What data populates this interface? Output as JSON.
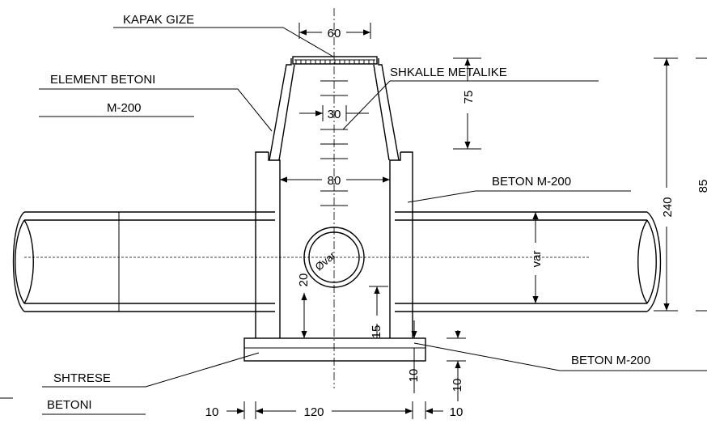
{
  "labels": {
    "kapak_gize": "KAPAK GIZE",
    "element_betoni": "ELEMENT BETONI",
    "m200_left": "M-200",
    "shkalle_metalike": "SHKALLE METALIKE",
    "beton_m200_top": "BETON M-200",
    "beton_m200_bottom": "BETON M-200",
    "shtrese": "SHTRESE",
    "betoni": "BETONI"
  },
  "dimensions": {
    "top_width": "60",
    "neck_width": "30",
    "inner_width": "80",
    "cone_height": "75",
    "total_height": "240",
    "pipe_diameter": "var",
    "pipe_symbol": "Øvar",
    "pipe_offset": "20",
    "bottom_offset": "15",
    "base_thickness": "10",
    "base_thickness_right": "10",
    "base_width": "120",
    "left_overhang": "10",
    "right_overhang": "10",
    "cut_off": "85"
  }
}
